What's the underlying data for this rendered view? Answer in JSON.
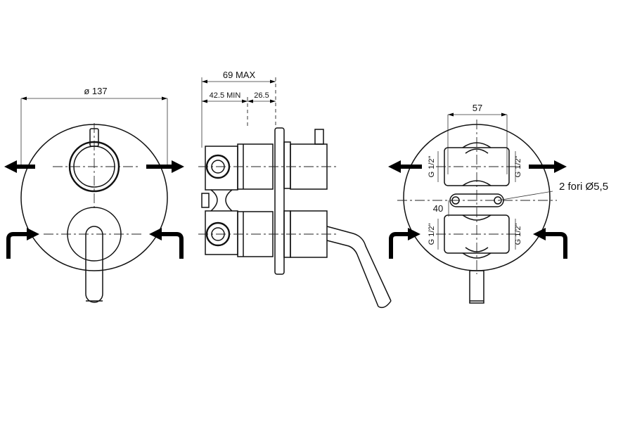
{
  "front_view": {
    "diameter_label": "ø 137"
  },
  "side_view": {
    "max_depth_label": "69 MAX",
    "min_depth_label": "42.5 MIN",
    "adjust_label": "26.5"
  },
  "rear_view": {
    "width_label": "57",
    "spacing_label": "40",
    "holes_label": "2  fori  Ø5,5",
    "thread_label": "G 1/2\""
  }
}
